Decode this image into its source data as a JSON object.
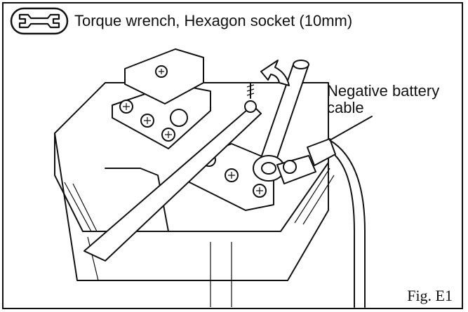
{
  "header": {
    "tool_icon": "wrench-icon",
    "tools_text": "Torque wrench, Hexagon socket (10mm)"
  },
  "callouts": {
    "cable_line1": "Negative battery",
    "cable_line2": "cable"
  },
  "figure": {
    "label": "Fig. E1"
  }
}
